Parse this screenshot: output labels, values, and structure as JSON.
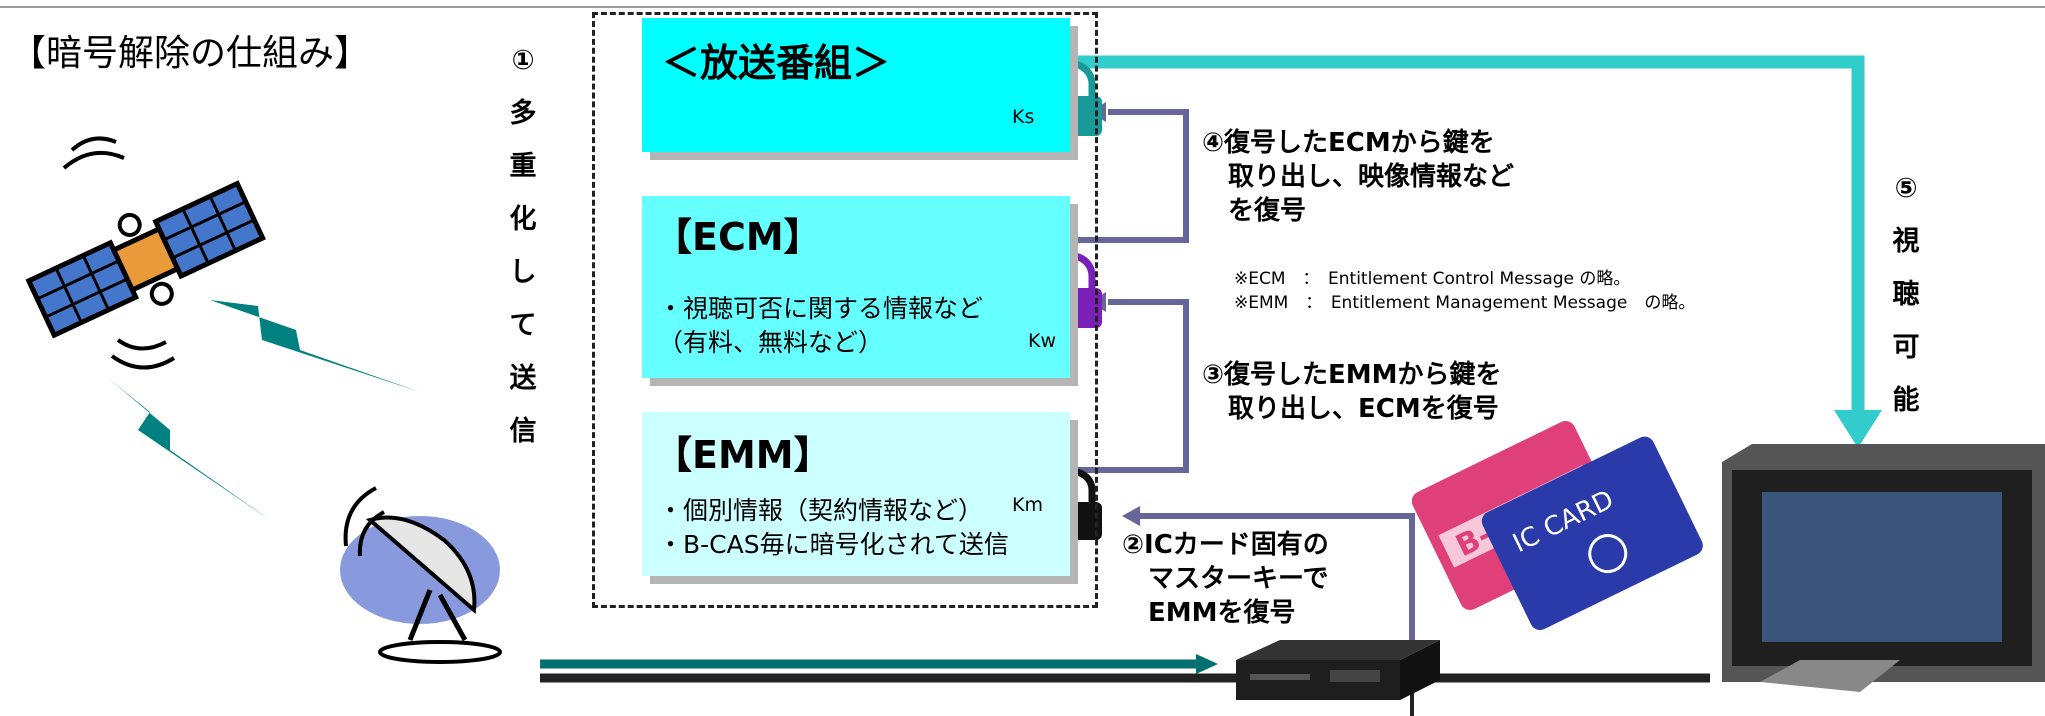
{
  "title": "【暗号解除の仕組み】",
  "multiplex_label": [
    "①",
    "多",
    "重",
    "化",
    "し",
    "て",
    "送",
    "信"
  ],
  "viewable_label": [
    "⑤",
    "視",
    "聴",
    "可",
    "能"
  ],
  "boxes": {
    "program": {
      "title": "＜放送番組＞",
      "key": "Ks"
    },
    "ecm": {
      "title": "【ECM】",
      "lines": "・視聴可否に関する情報など\n（有料、無料など）",
      "key": "Kw"
    },
    "emm": {
      "title": "【EMM】",
      "lines": "・個別情報（契約情報など）\n・B-CAS毎に暗号化されて送信",
      "key": "Km"
    }
  },
  "steps": {
    "step4": "④復号したECMから鍵を\n　取り出し、映像情報など\n　を復号",
    "step3": "③復号したEMMから鍵を\n　取り出し、ECMを復号",
    "step2": "②ICカード固有の\n　マスターキーで\n　EMMを復号"
  },
  "notes": {
    "ecm": "※ECM　：　Entitlement Control Message の略。",
    "emm": "※EMM　：　Entitlement Management Message　の略。"
  },
  "cards": {
    "bcas": "B-CAS",
    "ic": "IC CARD"
  },
  "colors": {
    "cyan_arrow": "#33cccc",
    "teal_arrow": "#007070",
    "purple_line": "#66669a",
    "teal_lock": "#1a9999",
    "purple_key": "#7a1fb8"
  }
}
